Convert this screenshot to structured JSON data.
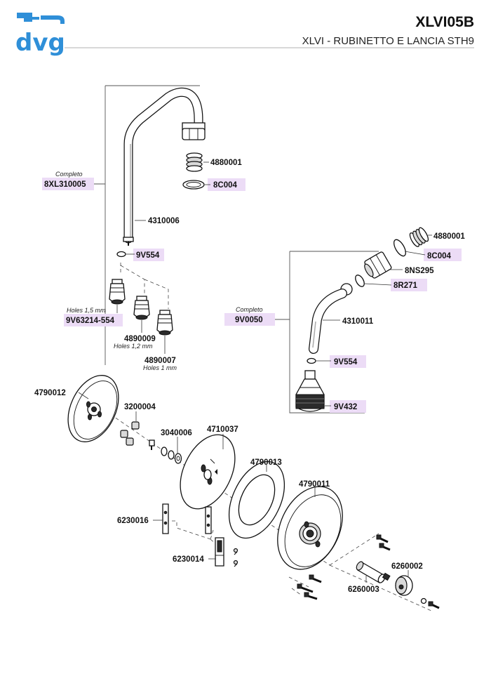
{
  "brand": {
    "logo_text": "dvg",
    "color": "#2f8fd8"
  },
  "header": {
    "code": "XLVI05B",
    "subtitle": "XLVI - RUBINETTO E LANCIA STH9"
  },
  "colors": {
    "callout_bg": "#ecdcf6",
    "line": "#111111"
  },
  "labels": {
    "completo_1": "Completo",
    "kit_1": "8XL310005",
    "p4880001_a": "4880001",
    "p8c004_a": "8C004",
    "p4310006": "4310006",
    "p9v554_a": "9V554",
    "holes_15": "Holes 1,5 mm",
    "p9v63214": "9V63214-554",
    "p4890009": "4890009",
    "holes_12": "Holes 1,2 mm",
    "p4890007": "4890007",
    "holes_1": "Holes 1 mm",
    "p4880001_b": "4880001",
    "p8c004_b": "8C004",
    "p8ns295": "8NS295",
    "p8r271": "8R271",
    "completo_2": "Completo",
    "kit_2": "9V0050",
    "p4310011": "4310011",
    "p9v554_b": "9V554",
    "p9v432": "9V432",
    "p4790012": "4790012",
    "p3200004": "3200004",
    "p3040006": "3040006",
    "p4710037": "4710037",
    "p4790013": "4790013",
    "p4790011": "4790011",
    "p6230016": "6230016",
    "p6230014": "6230014",
    "p6260002": "6260002",
    "p6260003": "6260003"
  }
}
